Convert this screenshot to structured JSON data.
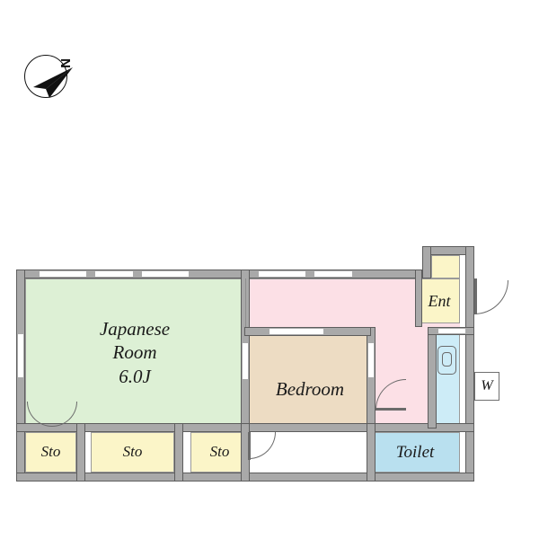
{
  "diagram": {
    "type": "floor-plan",
    "title": "Apartment floor plan",
    "compass": {
      "label": "N",
      "icon": "compass-north-arrow"
    },
    "rooms": [
      {
        "id": "japanese-room",
        "label": "Japanese\nRoom\n6.0J",
        "color": "#ddf0d5"
      },
      {
        "id": "bedroom",
        "label": "Bedroom",
        "color": "#eddcc3"
      },
      {
        "id": "hallway",
        "label": "",
        "color": "#fce0e6"
      },
      {
        "id": "entrance",
        "label": "Ent",
        "color": "#fbf5c8"
      },
      {
        "id": "toilet",
        "label": "Toilet",
        "color": "#b9e0ef"
      },
      {
        "id": "washroom",
        "label": "",
        "color": "#cdecf7"
      },
      {
        "id": "storage-1",
        "label": "Sto",
        "color": "#fbf5c8"
      },
      {
        "id": "storage-2",
        "label": "Sto",
        "color": "#fbf5c8"
      },
      {
        "id": "storage-3",
        "label": "Sto",
        "color": "#fbf5c8"
      },
      {
        "id": "entrance-top-closet",
        "label": "",
        "color": "#fbf5c8"
      }
    ],
    "markers": [
      {
        "id": "washing-machine",
        "label": "W"
      }
    ],
    "colors": {
      "wall": "#a9a9a9",
      "wall_outline": "#5d5d5d",
      "background": "#ffffff",
      "text": "#1a1a1a"
    }
  }
}
